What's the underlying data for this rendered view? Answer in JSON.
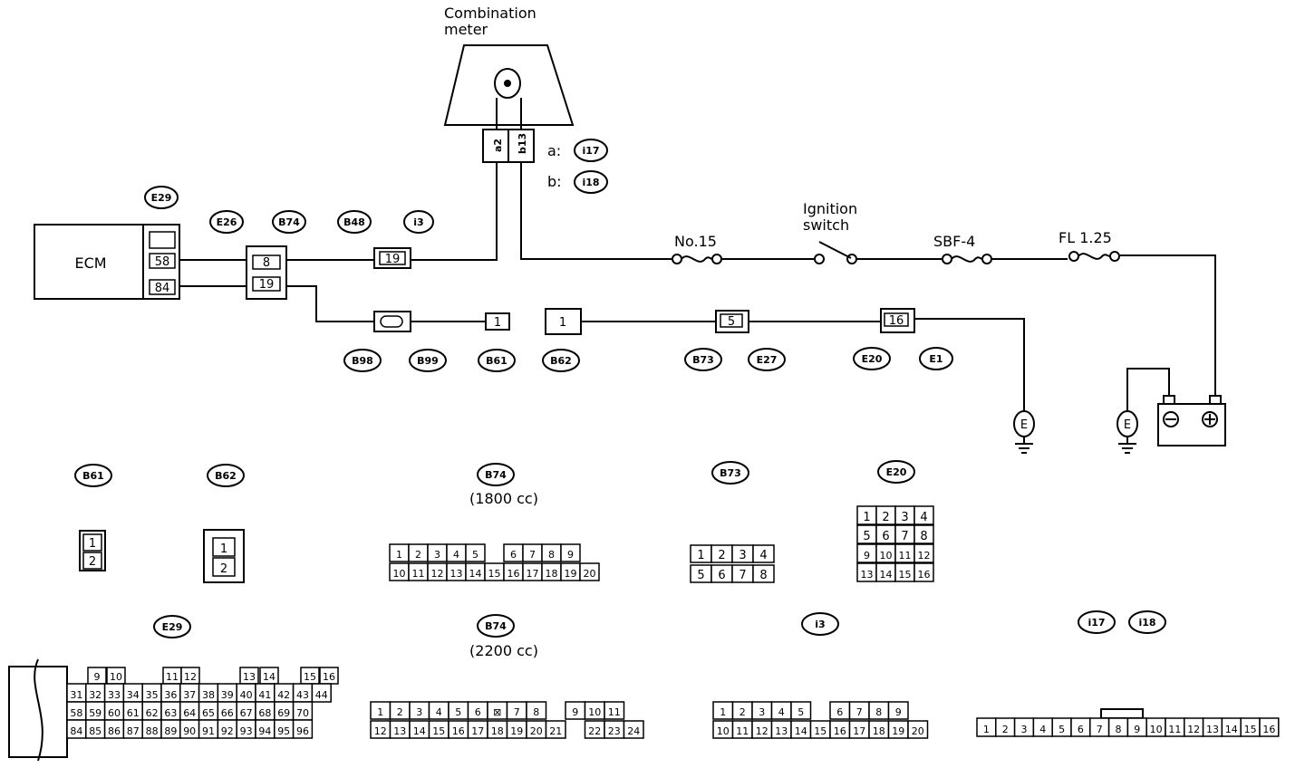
{
  "components": {
    "combination_meter": "Combination\nmeter",
    "ecm": "ECM",
    "ignition_switch": "Ignition\nswitch",
    "fuse_no15": "No.15",
    "fuse_sbf4": "SBF-4",
    "fuse_fl125": "FL 1.25",
    "meter_pin_a": "a2",
    "meter_pin_b": "b13",
    "meter_conn_a_prefix": "a:",
    "meter_conn_b_prefix": "b:",
    "meter_conn_a": "i17",
    "meter_conn_b": "i18",
    "ground": "E"
  },
  "tags": {
    "e29": "E29",
    "e26": "E26",
    "b74": "B74",
    "b48": "B48",
    "i3": "i3",
    "b98": "B98",
    "b99": "B99",
    "b61": "B61",
    "b62": "B62",
    "b73": "B73",
    "e27": "E27",
    "e20": "E20",
    "e1": "E1"
  },
  "pins": {
    "ecm_58": "58",
    "ecm_84": "84",
    "e26_8": "8",
    "e26_19": "19",
    "i3_19": "19",
    "b61_1": "1",
    "b62_1": "1",
    "b73_5": "5",
    "e20_16": "16"
  },
  "connectors": {
    "b61": {
      "tag": "B61",
      "rows": [
        [
          "1"
        ],
        [
          "2"
        ]
      ]
    },
    "b62": {
      "tag": "B62",
      "rows": [
        [
          "1"
        ],
        [
          "2"
        ]
      ]
    },
    "b74_1800": {
      "tag": "B74",
      "note": "(1800 cc)",
      "rows": [
        [
          "1",
          "2",
          "3",
          "4",
          "5",
          "",
          "6",
          "7",
          "8",
          "9"
        ],
        [
          "10",
          "11",
          "12",
          "13",
          "14",
          "15",
          "16",
          "17",
          "18",
          "19",
          "20"
        ]
      ]
    },
    "b73": {
      "tag": "B73",
      "rows": [
        [
          "1",
          "2",
          "3",
          "4"
        ],
        [
          "5",
          "6",
          "7",
          "8"
        ]
      ]
    },
    "e20": {
      "tag": "E20",
      "rows": [
        [
          "1",
          "2",
          "3",
          "4"
        ],
        [
          "5",
          "6",
          "7",
          "8"
        ],
        [
          "9",
          "10",
          "11",
          "12"
        ],
        [
          "13",
          "14",
          "15",
          "16"
        ]
      ]
    },
    "e29": {
      "tag": "E29",
      "rows": [
        [
          "9",
          "10",
          "11",
          "12",
          "13",
          "14",
          "15",
          "16"
        ],
        [
          "31",
          "32",
          "33",
          "34",
          "35",
          "36",
          "37",
          "38",
          "39",
          "40",
          "41",
          "42",
          "43",
          "44"
        ],
        [
          "58",
          "59",
          "60",
          "61",
          "62",
          "63",
          "64",
          "65",
          "66",
          "67",
          "68",
          "69",
          "70"
        ],
        [
          "84",
          "85",
          "86",
          "87",
          "88",
          "89",
          "90",
          "91",
          "92",
          "93",
          "94",
          "95",
          "96"
        ]
      ]
    },
    "b74_2200": {
      "tag": "B74",
      "note": "(2200 cc)",
      "rows": [
        [
          "1",
          "2",
          "3",
          "4",
          "5",
          "6",
          "⊠",
          "7",
          "8",
          "",
          "9",
          "10",
          "11"
        ],
        [
          "12",
          "13",
          "14",
          "15",
          "16",
          "17",
          "18",
          "19",
          "20",
          "21",
          "",
          "22",
          "23",
          "24"
        ]
      ]
    },
    "i3": {
      "tag": "i3",
      "rows": [
        [
          "1",
          "2",
          "3",
          "4",
          "5",
          "",
          "6",
          "7",
          "8",
          "9"
        ],
        [
          "10",
          "11",
          "12",
          "13",
          "14",
          "15",
          "16",
          "17",
          "18",
          "19",
          "20"
        ]
      ]
    },
    "i17_i18": {
      "tags": [
        "i17",
        "i18"
      ],
      "row": [
        "1",
        "2",
        "3",
        "4",
        "5",
        "6",
        "7",
        "8",
        "9",
        "10",
        "11",
        "12",
        "13",
        "14",
        "15",
        "16"
      ]
    }
  }
}
